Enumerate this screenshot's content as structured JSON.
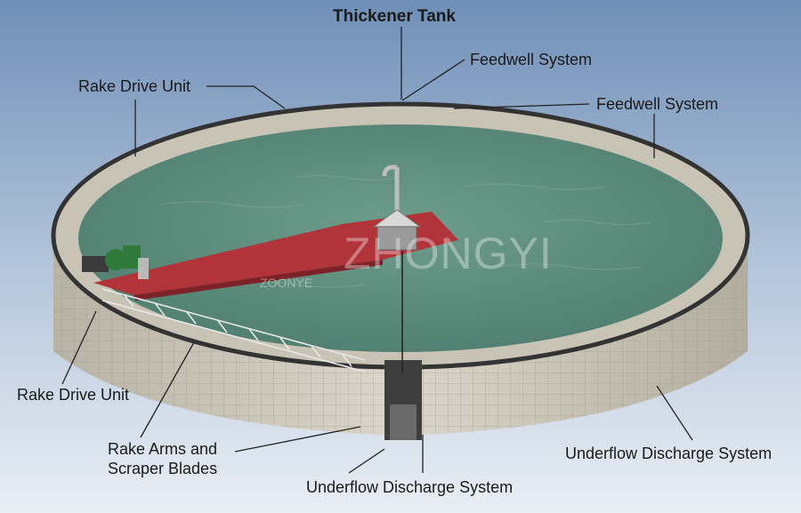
{
  "title": "Thickener Tank",
  "labels": {
    "feedwell_top": "Feedwell System",
    "feedwell_right": "Feedwell System",
    "rake_drive_top": "Rake Drive Unit",
    "rake_drive_left": "Rake Drive Unit",
    "rake_arms_line1": "Rake Arms and",
    "rake_arms_line2": "Scraper Blades",
    "underflow_bottom": "Underflow Discharge System",
    "underflow_right": "Underflow Discharge System"
  },
  "watermark": {
    "brand": "ZHONGYI",
    "sub": "ZOONYE"
  },
  "colors": {
    "sky_top": "#6f8fb8",
    "sky_bottom": "#e9eef4",
    "water": "#5f8f80",
    "walkway": "#b0343a",
    "wall": "#cfc9bd",
    "rim": "#3a3a3a",
    "drive": "#2f7a3a"
  }
}
